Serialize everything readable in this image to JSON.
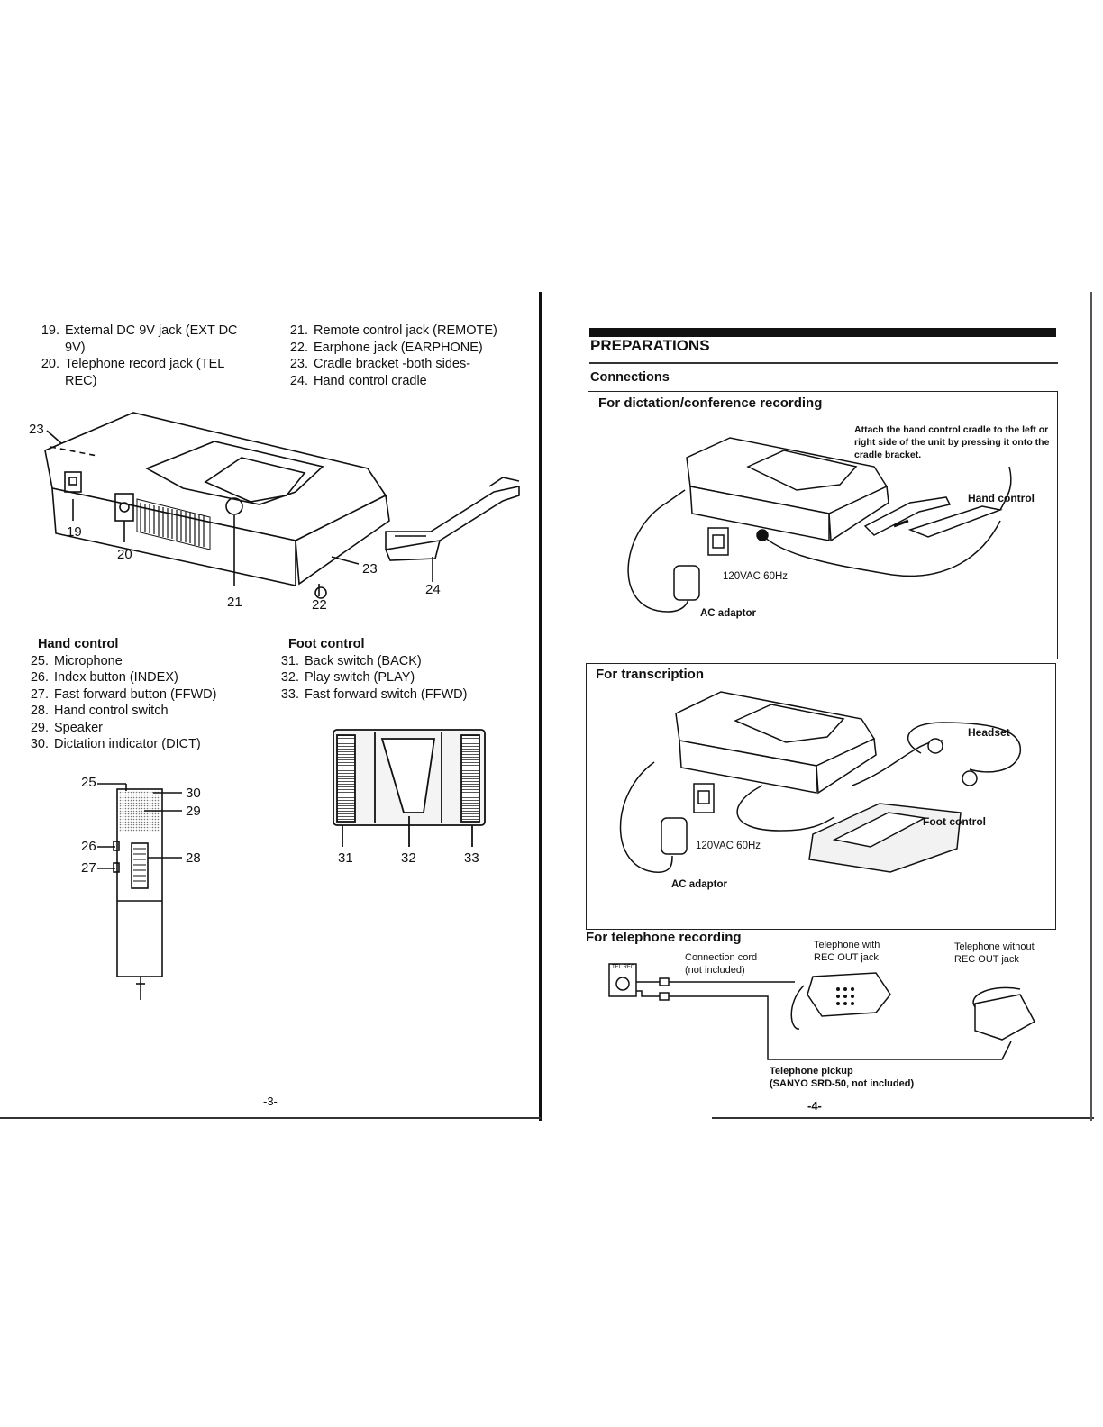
{
  "left_page": {
    "parts_list_a": [
      {
        "num": "19.",
        "text": "External DC 9V jack (EXT DC 9V)"
      },
      {
        "num": "20.",
        "text": "Telephone record jack (TEL REC)"
      }
    ],
    "parts_list_b": [
      {
        "num": "21.",
        "text": "Remote control jack (REMOTE)"
      },
      {
        "num": "22.",
        "text": "Earphone jack (EARPHONE)"
      },
      {
        "num": "23.",
        "text": "Cradle bracket -both sides-"
      },
      {
        "num": "24.",
        "text": "Hand control cradle"
      }
    ],
    "unit_callouts": [
      "23",
      "19",
      "20",
      "21",
      "22",
      "23",
      "24"
    ],
    "hand_control": {
      "title": "Hand control",
      "items": [
        {
          "num": "25.",
          "text": "Microphone"
        },
        {
          "num": "26.",
          "text": "Index button (INDEX)"
        },
        {
          "num": "27.",
          "text": "Fast forward button (FFWD)"
        },
        {
          "num": "28.",
          "text": "Hand control switch"
        },
        {
          "num": "29.",
          "text": "Speaker"
        },
        {
          "num": "30.",
          "text": "Dictation indicator (DICT)"
        }
      ],
      "callouts": [
        "25",
        "30",
        "29",
        "26",
        "28",
        "27"
      ]
    },
    "foot_control": {
      "title": "Foot control",
      "items": [
        {
          "num": "31.",
          "text": "Back switch (BACK)"
        },
        {
          "num": "32.",
          "text": "Play switch (PLAY)"
        },
        {
          "num": "33.",
          "text": "Fast forward switch (FFWD)"
        }
      ],
      "callouts": [
        "31",
        "32",
        "33"
      ]
    },
    "page_number": "-3-"
  },
  "right_page": {
    "title": "PREPARATIONS",
    "section": "Connections",
    "dictation_box": {
      "title": "For dictation/conference recording",
      "note": "Attach the hand control cradle to the left or right side of the unit by pressing it onto the cradle bracket.",
      "hand_control_label": "Hand control",
      "power_label": "120VAC 60Hz",
      "adaptor_label": "AC adaptor"
    },
    "transcription_box": {
      "title": "For transcription",
      "headset_label": "Headset",
      "foot_control_label": "Foot control",
      "power_label": "120VAC 60Hz",
      "adaptor_label": "AC adaptor"
    },
    "telephone": {
      "title": "For telephone recording",
      "cord_label_1": "Connection cord",
      "cord_label_2": "(not included)",
      "with_jack_1": "Telephone with",
      "with_jack_2": "REC OUT jack",
      "without_jack_1": "Telephone without",
      "without_jack_2": "REC OUT jack",
      "pickup_1": "Telephone pickup",
      "pickup_2": "(SANYO SRD-50, not included)",
      "jack_label": "TEL REC"
    },
    "page_number": "-4-"
  }
}
